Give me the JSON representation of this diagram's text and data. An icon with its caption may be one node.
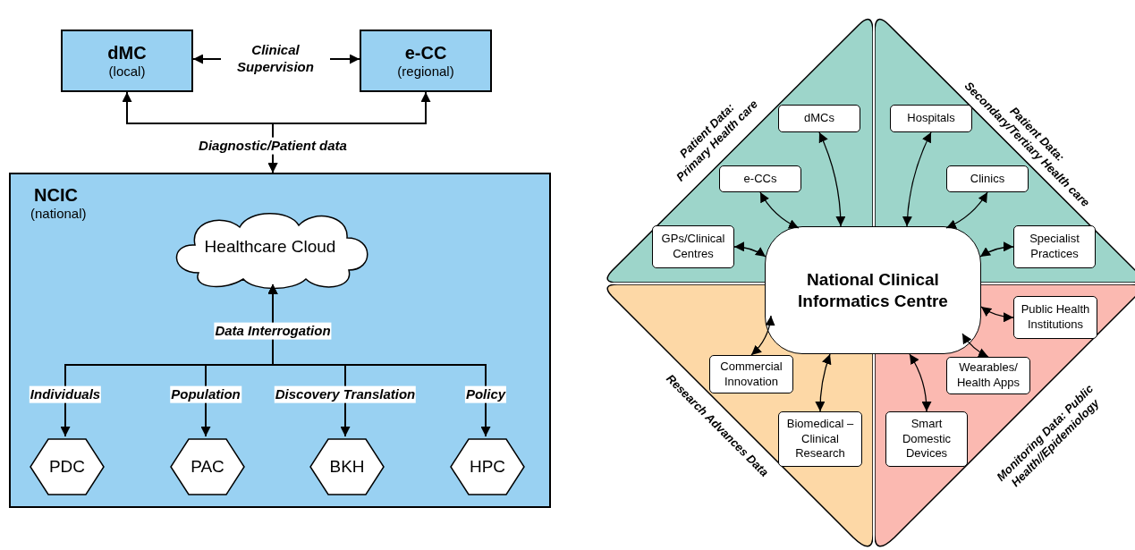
{
  "diagram": {
    "nodes": [
      {
        "text": [
          "dMC",
          "(local)"
        ]
      },
      {
        "text": [
          "e-CC",
          "(regional)"
        ]
      },
      {
        "text": [
          "NCIC",
          "(national)"
        ]
      },
      {
        "text": [
          "Healthcare Cloud"
        ],
        "in": 2
      },
      {
        "text": [
          "PDC"
        ],
        "in": 2
      },
      {
        "text": [
          "PAC"
        ],
        "in": 2
      },
      {
        "text": [
          "BKH"
        ],
        "in": 2
      },
      {
        "text": [
          "HPC"
        ],
        "in": 2
      },
      {
        "text": [
          "Patient Data: Primary Health care"
        ]
      },
      {
        "text": [
          "Patient Data: Secondary/Tertiary Health care"
        ]
      },
      {
        "text": [
          "Research Advances Data"
        ]
      },
      {
        "text": [
          "Monitoring Data: Public Health//Epidemiology"
        ]
      },
      {
        "text": [
          "National Clinical Informatics Centre"
        ]
      },
      {
        "text": [
          "dMCs"
        ],
        "in": 8
      },
      {
        "text": [
          "e-CCs"
        ],
        "in": 8
      },
      {
        "text": [
          "GPs/Clinical Centres"
        ],
        "in": 8
      },
      {
        "text": [
          "Hospitals"
        ],
        "in": 9
      },
      {
        "text": [
          "Clinics"
        ],
        "in": 9
      },
      {
        "text": [
          "Specialist Practices"
        ],
        "in": 9
      },
      {
        "text": [
          "Commercial Innovation"
        ],
        "in": 10
      },
      {
        "text": [
          "Biomedical –Clinical Research"
        ],
        "in": 10
      },
      {
        "text": [
          "Public Health Institutions"
        ],
        "in": 11
      },
      {
        "text": [
          "Wearables/ Health Apps"
        ],
        "in": 11
      },
      {
        "text": [
          "Smart Domestic Devices"
        ],
        "in": 11
      }
    ],
    "edges": [
      {
        "from": 0,
        "to": 1,
        "arrow": "both",
        "label": "Clinical Supervision"
      },
      {
        "from": 2,
        "to": 0,
        "arrow": "both",
        "label": "Diagnostic/Patient data"
      },
      {
        "from": 2,
        "to": 1,
        "arrow": "both"
      },
      {
        "from": 3,
        "to": 4,
        "arrow": "both",
        "label": "Individuals"
      },
      {
        "from": 3,
        "to": 5,
        "arrow": "both",
        "label": "Population"
      },
      {
        "from": 3,
        "to": 6,
        "arrow": "both",
        "label": "Discovery Translation"
      },
      {
        "from": 3,
        "to": 7,
        "arrow": "both",
        "label": "Policy"
      },
      {
        "from": 12,
        "to": 13,
        "arrow": "both"
      },
      {
        "from": 12,
        "to": 14,
        "arrow": "both"
      },
      {
        "from": 12,
        "to": 15,
        "arrow": "both"
      },
      {
        "from": 12,
        "to": 16,
        "arrow": "both"
      },
      {
        "from": 12,
        "to": 17,
        "arrow": "both"
      },
      {
        "from": 12,
        "to": 18,
        "arrow": "both"
      },
      {
        "from": 12,
        "to": 19,
        "arrow": "both"
      },
      {
        "from": 12,
        "to": 20,
        "arrow": "both"
      },
      {
        "from": 12,
        "to": 21,
        "arrow": "both"
      },
      {
        "from": 12,
        "to": 22,
        "arrow": "both"
      },
      {
        "from": 12,
        "to": 23,
        "arrow": "both"
      }
    ],
    "labels": [
      "Data Interrogation"
    ]
  }
}
